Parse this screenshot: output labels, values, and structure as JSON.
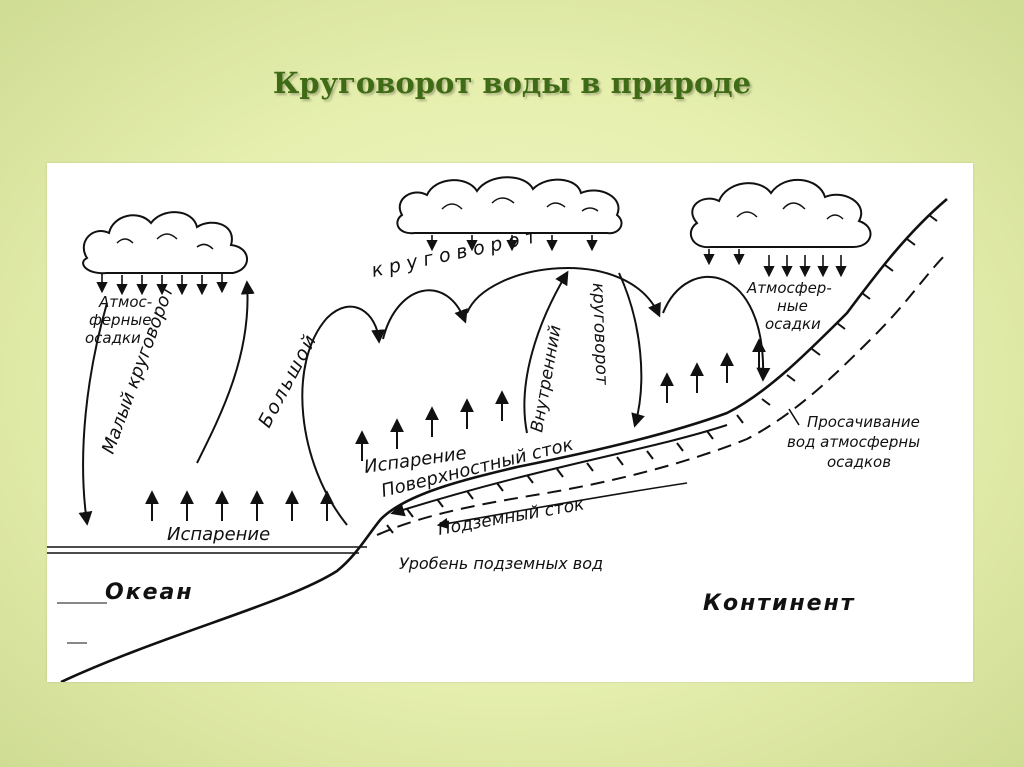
{
  "title": "Круговорот воды в природе",
  "labels": {
    "atm_left": [
      "Атмос-",
      "ферные",
      "осадки"
    ],
    "atm_right": [
      "Атмосфер-",
      "ные",
      "осадки"
    ],
    "small_cycle": "Малый круговорот",
    "big_cycle_1": "Большой",
    "big_cycle_2": "круговорот",
    "inner_cycle_1": "Внутренний",
    "inner_cycle_2": "круговорот",
    "evap_left": "Испарение",
    "evap_mid": "Испарение",
    "surface_runoff": "Поверхностный сток",
    "underground_runoff": "Подземный сток",
    "seepage": [
      "Просачивание",
      "вод атмосферны",
      "осадков"
    ],
    "groundwater_level": "Уробень подземных вод",
    "ocean": "Океан",
    "continent": "Континент"
  }
}
